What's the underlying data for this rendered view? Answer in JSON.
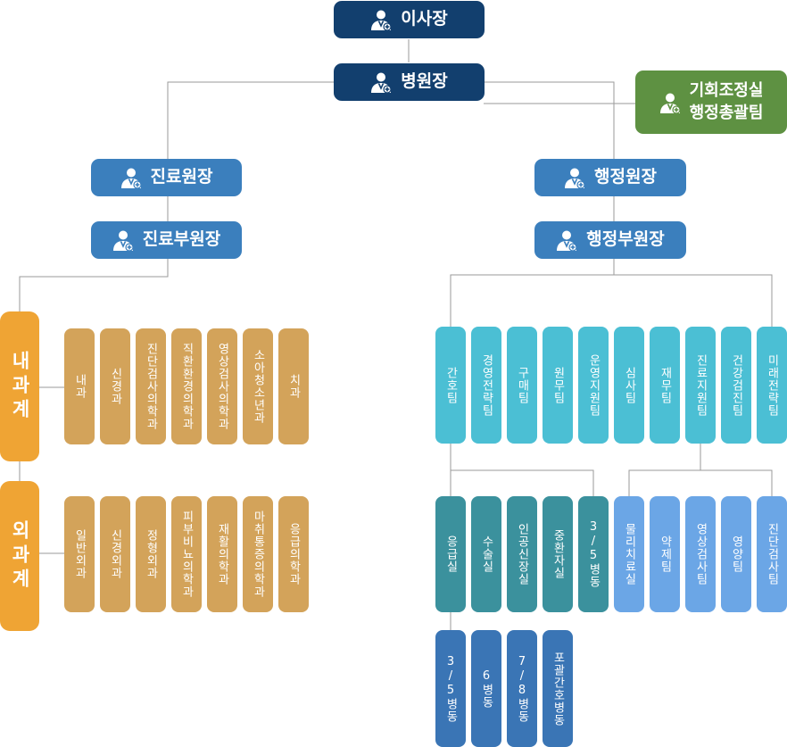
{
  "nodes": {
    "chairman": "이사장",
    "director": "병원장",
    "planning": "기회조정실\n행정총괄팀",
    "medical_director": "진료원장",
    "vice_medical_director": "진료부원장",
    "admin_director": "행정원장",
    "vice_admin_director": "행정부원장"
  },
  "internal_group": "내과계",
  "external_group": "외과계",
  "internal_depts": [
    "내과",
    "신경과",
    "진단검사의학과",
    "직환환경의학과",
    "영상검사의학과",
    "소아청소년과",
    "치과"
  ],
  "external_depts": [
    "일반외과",
    "신경외과",
    "정형외과",
    "피부비뇨의학과",
    "재활의학과",
    "마취통증의학과",
    "응급의학과"
  ],
  "admin_teams": [
    "간호팀",
    "경영전략팀",
    "구매팀",
    "원무팀",
    "운영지원팀",
    "심사팀",
    "재무팀",
    "진료지원팀",
    "건강검진팀",
    "미래전략팀"
  ],
  "nursing_units": [
    "응급실",
    "수술실",
    "인공신장실",
    "중환자실",
    "3/5병동"
  ],
  "ward_units": [
    "3/5병동",
    "6병동",
    "7/8병동",
    "포괄간호병동"
  ],
  "support_units": [
    "물리치료실",
    "약제팀",
    "영상검사팀",
    "영양팀",
    "진단검사팀"
  ],
  "icon": "doctor-icon",
  "colors": {
    "navy": "#123f6e",
    "mid_blue": "#3b7fbd",
    "green": "#5e9142",
    "orange": "#efa434",
    "gold": "#d3a35a",
    "cyan": "#4bbfd4",
    "teal": "#3b919d",
    "sky": "#6ba6e6",
    "blue": "#3a75b5",
    "line": "#9a9a9a"
  }
}
